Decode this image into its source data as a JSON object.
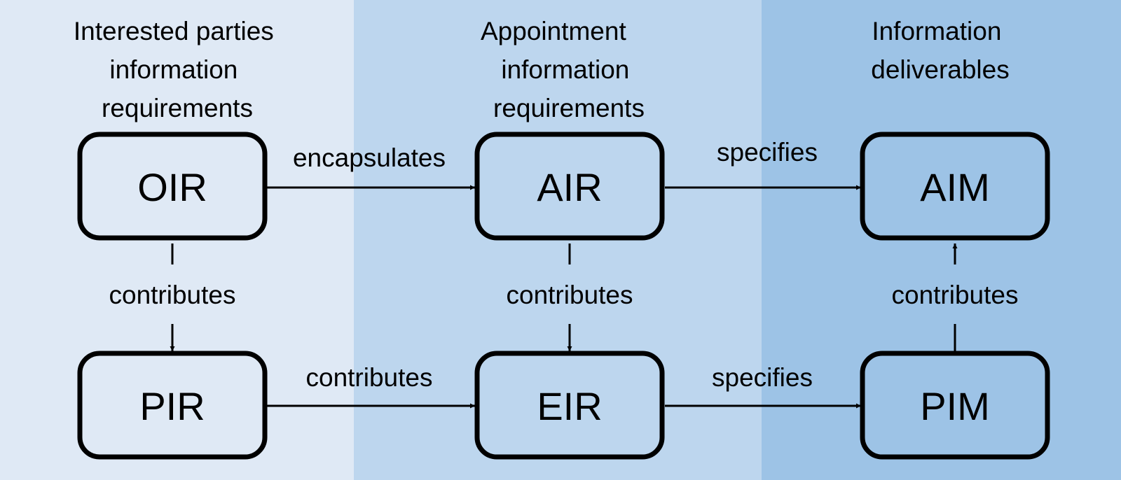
{
  "colors": {
    "column_1_bg": "#dfe9f5",
    "column_2_bg": "#bdd6ee",
    "column_3_bg": "#9dc3e6",
    "stroke": "#000000"
  },
  "columns": [
    {
      "title_lines": [
        "Interested parties",
        "information",
        "requirements"
      ]
    },
    {
      "title_lines": [
        "Appointment",
        "information",
        "requirements"
      ]
    },
    {
      "title_lines": [
        "Information",
        "deliverables"
      ]
    }
  ],
  "nodes": {
    "oir": "OIR",
    "air": "AIR",
    "aim": "AIM",
    "pir": "PIR",
    "eir": "EIR",
    "pim": "PIM"
  },
  "edges": {
    "oir_air": "encapsulates",
    "air_aim": "specifies",
    "oir_pir": "contributes",
    "air_eir": "contributes",
    "pim_aim": "contributes",
    "pir_eir": "contributes",
    "eir_pim": "specifies"
  }
}
